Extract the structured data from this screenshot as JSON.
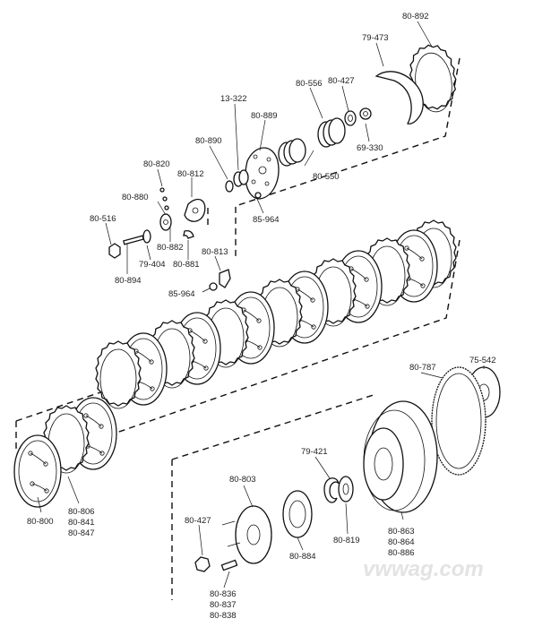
{
  "watermark": "vwwag.com",
  "labels": {
    "p80_892": "80-892",
    "p79_473": "79-473",
    "p80_556": "80-556",
    "p80_427_top": "80-427",
    "p13_322": "13-322",
    "p80_889": "80-889",
    "p80_890": "80-890",
    "p69_330": "69-330",
    "p80_820": "80-820",
    "p80_812": "80-812",
    "p80_550": "80-550",
    "p80_880": "80-880",
    "p85_964_a": "85-964",
    "p80_516": "80-516",
    "p80_882": "80-882",
    "p80_813": "80-813",
    "p79_404": "79-404",
    "p80_881": "80-881",
    "p80_894": "80-894",
    "p85_964_b": "85-964",
    "p80_787": "80-787",
    "p75_542": "75-542",
    "p79_421": "79-421",
    "p80_803": "80-803",
    "p80_800": "80-800",
    "p80_806": "80-806",
    "p80_841": "80-841",
    "p80_847": "80-847",
    "p80_427_bot": "80-427",
    "p80_819": "80-819",
    "p80_863": "80-863",
    "p80_864": "80-864",
    "p80_886": "80-886",
    "p80_884": "80-884",
    "p80_836": "80-836",
    "p80_837": "80-837",
    "p80_838": "80-838"
  }
}
